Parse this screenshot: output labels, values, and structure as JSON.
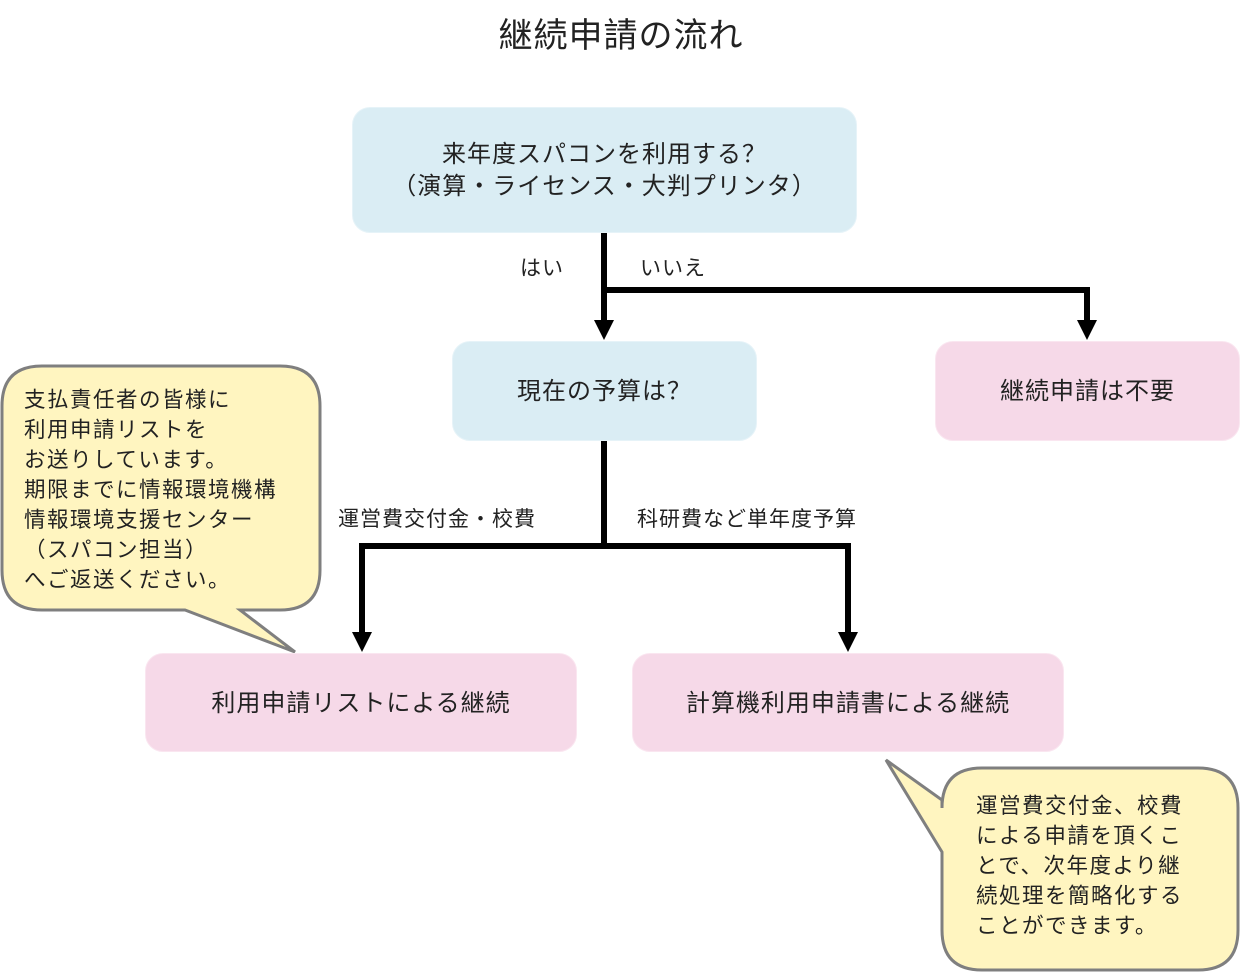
{
  "title": "継続申請の流れ",
  "nodes": {
    "use_supercomputer": {
      "line1": "来年度スパコンを利用する？",
      "line2": "（演算・ライセンス・大判プリンタ）"
    },
    "current_budget": "現在の予算は？",
    "no_renewal": "継続申請は不要",
    "renew_by_list": "利用申請リストによる継続",
    "renew_by_form": "計算機利用申請書による継続"
  },
  "edge_labels": {
    "yes": "はい",
    "no": "いいえ",
    "operating_grant": "運営費交付金・校費",
    "single_year": "科研費など単年度予算"
  },
  "callouts": {
    "left": "支払責任者の皆様に\n利用申請リストを\nお送りしています。\n期限までに情報環境機構\n情報環境支援センター\n（スパコン担当）\nへご返送ください。",
    "right": "運営費交付金、校費\nによる申請を頂くこ\nとで、次年度より継\n続処理を簡略化する\nことができます。"
  },
  "colors": {
    "question_box": "#daedf4",
    "result_box": "#f6d9e8",
    "callout_fill": "#fff5c0",
    "callout_border": "#7f7f7f",
    "connector": "#000000"
  }
}
